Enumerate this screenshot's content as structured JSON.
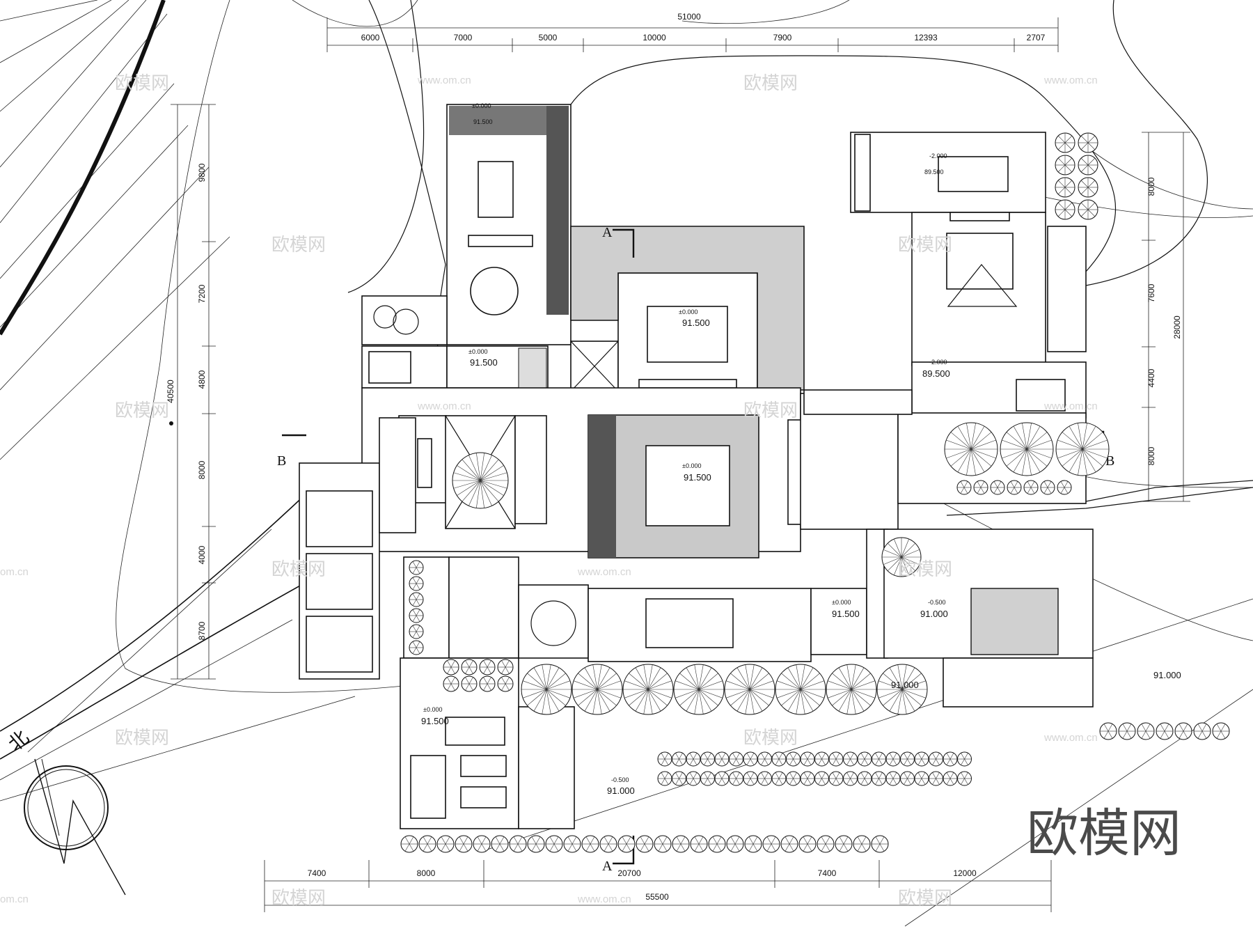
{
  "drawing": {
    "top_dims": {
      "total": "51000",
      "segments": [
        "6000",
        "7000",
        "5000",
        "10000",
        "7900",
        "12393",
        "2707"
      ]
    },
    "bottom_dims": {
      "total": "55500",
      "segments": [
        "7400",
        "8000",
        "20700",
        "7400",
        "12000"
      ]
    },
    "left_dims": {
      "total": "40500",
      "segments": [
        "9800",
        "7200",
        "4800",
        "8000",
        "4000",
        "8700"
      ]
    },
    "right_dims": {
      "total": "28000",
      "segments": [
        "8000",
        "7600",
        "4400",
        "8000"
      ]
    },
    "section_marks": {
      "a_top": "A",
      "a_bottom": "A",
      "b_left": "B",
      "b_right": "B"
    },
    "levels": {
      "dining_zero": "±0.000",
      "dining_level": "91.500",
      "stair_zero": "±0.000",
      "stair_level": "91.500",
      "lounge_zero": "±0.000",
      "lounge_level": "91.500",
      "court_zero": "±0.000",
      "court_level": "91.500",
      "suite_minus": "-2.000",
      "suite_level": "89.500",
      "suite2_minus": "-2.000",
      "suite2_level": "89.500",
      "terrace_zero": "±0.000",
      "terrace_level": "91.500",
      "patio_minus": "-0.500",
      "patio_level": "91.000",
      "lawn_level": "91.000",
      "site_level": "91.000",
      "garage_zero": "±0.000",
      "garage_level": "91.500",
      "drive_minus": "-0.500",
      "drive_level": "91.000"
    },
    "north_label": "北",
    "watermark_text": "欧模网",
    "watermark_url": "www.om.cn",
    "watermark_url_short": "om.cn",
    "brand": "欧模网"
  }
}
